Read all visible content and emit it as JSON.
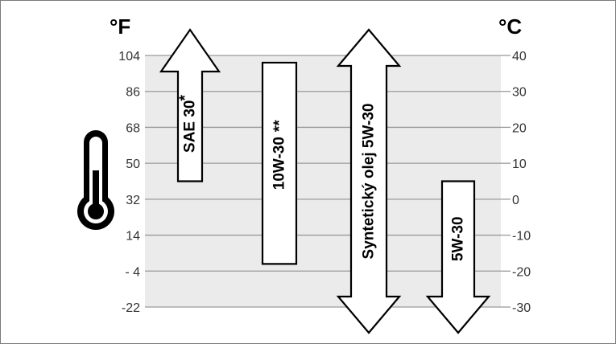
{
  "chart_data": {
    "type": "range-diagram",
    "left_unit": "°F",
    "right_unit": "°C",
    "left_ticks": [
      "104",
      "86",
      "68",
      "50",
      "32",
      "14",
      "- 4",
      "-22"
    ],
    "right_ticks": [
      "40",
      "30",
      "20",
      "10",
      "0",
      "-10",
      "-20",
      "-30"
    ],
    "celsius_range": [
      -30,
      40
    ],
    "bands": [
      {
        "label": "SAE 30",
        "note": "*",
        "min_c": 5,
        "max_c": 40,
        "arrow_top": true,
        "arrow_bottom": false
      },
      {
        "label": "10W-30",
        "note": "**",
        "min_c": -18,
        "max_c": 38,
        "arrow_top": false,
        "arrow_bottom": false
      },
      {
        "label": "Syntetický olej 5W-30",
        "note": "",
        "min_c": -30,
        "max_c": 40,
        "arrow_top": true,
        "arrow_bottom": true
      },
      {
        "label": "5W-30",
        "note": "",
        "min_c": -30,
        "max_c": 5,
        "arrow_top": false,
        "arrow_bottom": true
      }
    ],
    "colors": {
      "background": "#ebebeb",
      "grid": "#9a9a9a",
      "band_fill": "#ffffff",
      "band_stroke": "#000000",
      "thermometer": "#000000"
    }
  },
  "icons": {
    "thermometer": "thermometer-icon"
  }
}
